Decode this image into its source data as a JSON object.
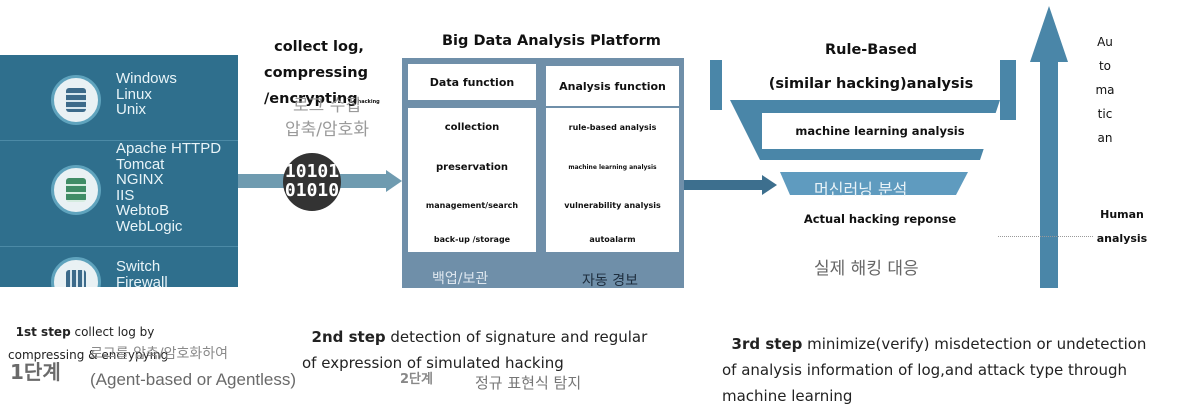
{
  "step1": {
    "header": "collect log,\ncompressing\n/encrypting",
    "header_small": "hacking",
    "kor_header": "로그 수집\n압축/암호화",
    "binary": "10101\n01010",
    "servers": [
      {
        "icon": "server-icon",
        "names": "Windows\nLinux\nUnix"
      },
      {
        "icon": "database-icon",
        "names": "Apache HTTPD\nTomcat\nNGINX\nIIS\nWebtoB\nWebLogic"
      },
      {
        "icon": "firewall-icon",
        "names": "Switch\nFirewall"
      }
    ],
    "caption_bold": "1st step",
    "caption_text": " collect log by\ncompressing & encrypying",
    "kor_step": "1단계",
    "kor_caption": "로그를 압축/암호화하여",
    "kor_sub": "(Agent-based or Agentless)"
  },
  "step2": {
    "title": "Big Data Analysis Platform",
    "col1": [
      "Data function",
      "collection",
      "preservation",
      "management/search",
      "back-up /storage"
    ],
    "col2": [
      "Analysis function",
      "rule-based analysis",
      "machine learning analysis",
      "vulnerability analysis",
      "autoalarm"
    ],
    "kor_bottom_left": "백업/보관",
    "kor_bottom_right": "자동 경보",
    "caption_bold": "2nd step",
    "caption_text": " detection of signature and regular\nof expression of simulated hacking",
    "kor_step": "2단계",
    "kor_caption": "정규 표현식 탐지"
  },
  "step3": {
    "title": "Rule-Based\n(similar hacking)analysis",
    "box1": "machine learning analysis",
    "kor_ml": "머신러닝 분석",
    "box2": "Actual hacking reponse",
    "kor_response": "실제 해킹 대응",
    "caption_bold": "3rd step",
    "caption_text": " minimize(verify) misdetection or undetection\nof analysis information of log,and attack type through\nmachine learning"
  },
  "side": {
    "automatic": "Au\nto\nma\ntic\nan",
    "human": "Human\nanalysis"
  },
  "colors": {
    "panel": "#2f6f8d",
    "platform": "#6f8fa9",
    "funnel": "#4a86a8",
    "arrow": "#6f9bb0"
  }
}
